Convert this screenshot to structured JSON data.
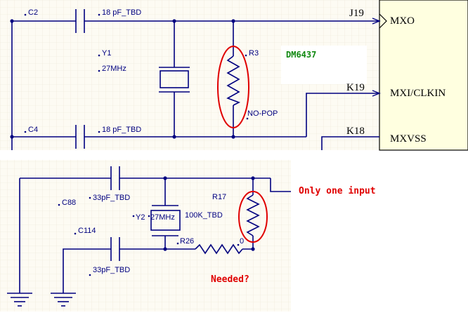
{
  "top_schematic": {
    "components": [
      {
        "ref": "C2",
        "value": "18 pF_TBD"
      },
      {
        "ref": "C4",
        "value": "18 pF_TBD"
      },
      {
        "ref": "Y1",
        "value": "27MHz"
      },
      {
        "ref": "R3",
        "value": "NO-POP"
      }
    ],
    "ic_label": "DM6437",
    "pins": [
      {
        "number": "J19",
        "name": "MXO"
      },
      {
        "number": "K19",
        "name": "MXI/CLKIN"
      },
      {
        "number": "K18",
        "name": "MXVSS"
      }
    ]
  },
  "bottom_schematic": {
    "components": [
      {
        "ref": "C88",
        "value": "33pF_TBD"
      },
      {
        "ref": "C114",
        "value": "33pF_TBD"
      },
      {
        "ref": "Y2",
        "value": "27MHz"
      },
      {
        "ref": "R17",
        "value": "100K_TBD"
      },
      {
        "ref": "R26",
        "value": "0"
      }
    ],
    "annotations": {
      "only_one_input": "Only one input",
      "needed": "Needed?"
    }
  },
  "colors": {
    "wire": "#000080",
    "highlight": "#e00000",
    "ic_fill": "#ffffe0",
    "grid_bg": "#fdfbf3",
    "ic_label": "#108810"
  }
}
